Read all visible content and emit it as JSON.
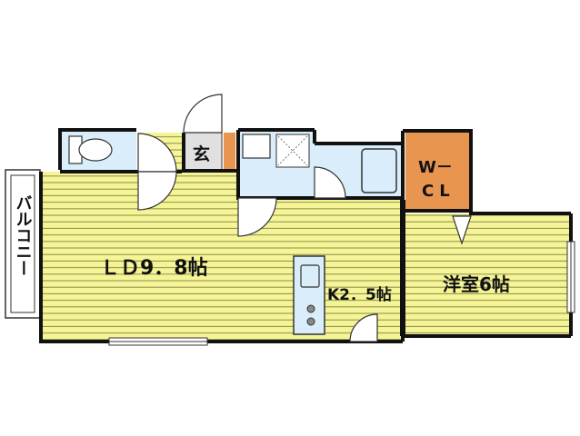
{
  "rooms": {
    "ld": "ＬＤ9．8帖",
    "kitchen": "K2．5帖",
    "western": "洋室6帖",
    "wic_line1": "W－",
    "wic_line2": "CL",
    "entrance": "玄",
    "balcony": "バルコニー"
  },
  "colors": {
    "room_fill": "#f5f597",
    "stripe": "#8a8a4a",
    "wall": "#111111",
    "water_area": "#d9eefa",
    "wic": "#e8954f",
    "entrance": "#e0e0e0",
    "balcony": "#ffffff"
  }
}
